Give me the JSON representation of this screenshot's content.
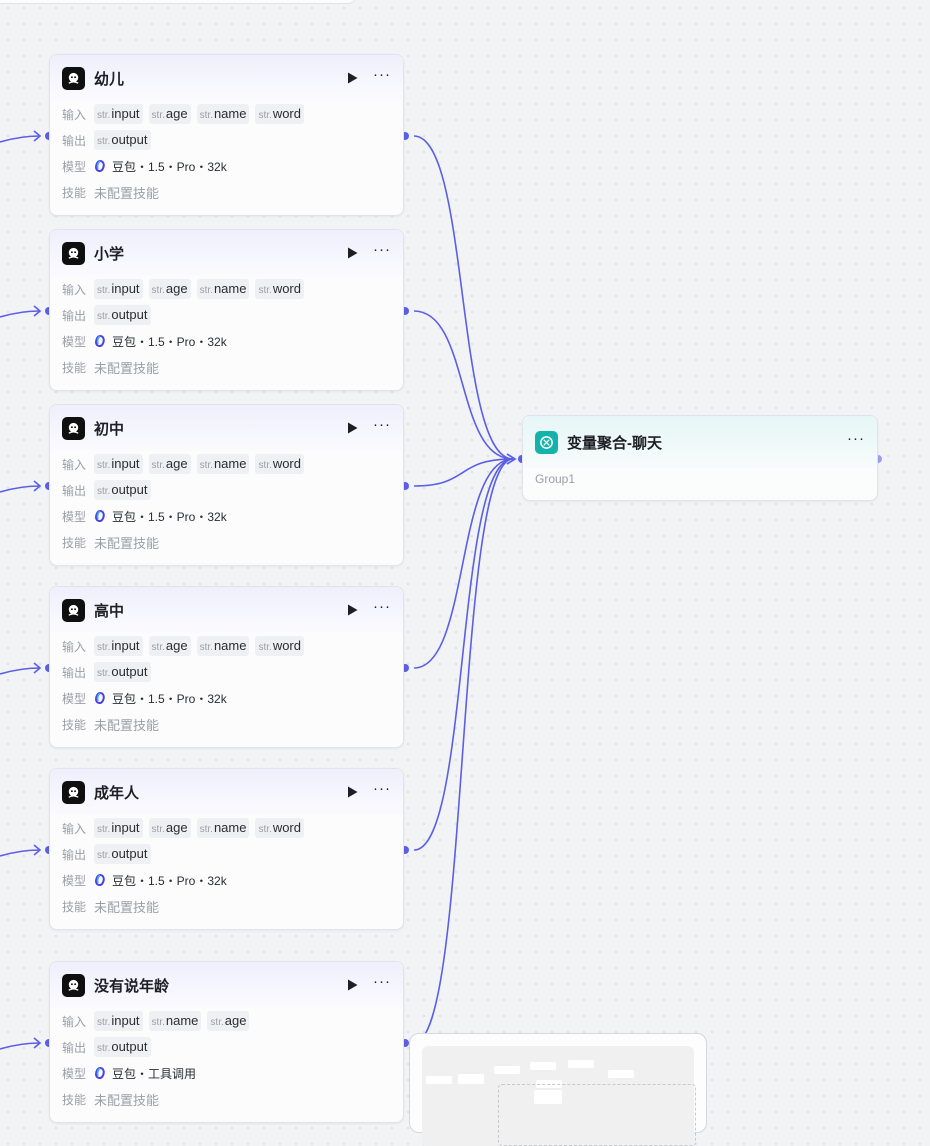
{
  "nodes": [
    {
      "title": "幼儿",
      "inputs": [
        "input",
        "age",
        "name",
        "word"
      ],
      "outputs": [
        "output"
      ],
      "model": "豆包・1.5・Pro・32k",
      "skills": "未配置技能"
    },
    {
      "title": "小学",
      "inputs": [
        "input",
        "age",
        "name",
        "word"
      ],
      "outputs": [
        "output"
      ],
      "model": "豆包・1.5・Pro・32k",
      "skills": "未配置技能"
    },
    {
      "title": "初中",
      "inputs": [
        "input",
        "age",
        "name",
        "word"
      ],
      "outputs": [
        "output"
      ],
      "model": "豆包・1.5・Pro・32k",
      "skills": "未配置技能"
    },
    {
      "title": "高中",
      "inputs": [
        "input",
        "age",
        "name",
        "word"
      ],
      "outputs": [
        "output"
      ],
      "model": "豆包・1.5・Pro・32k",
      "skills": "未配置技能"
    },
    {
      "title": "成年人",
      "inputs": [
        "input",
        "age",
        "name",
        "word"
      ],
      "outputs": [
        "output"
      ],
      "model": "豆包・1.5・Pro・32k",
      "skills": "未配置技能"
    },
    {
      "title": "没有说年龄",
      "inputs": [
        "input",
        "name",
        "age"
      ],
      "outputs": [
        "output"
      ],
      "model": "豆包・工具调用",
      "skills": "未配置技能"
    }
  ],
  "labels": {
    "input": "输入",
    "output": "输出",
    "model": "模型",
    "skills": "技能",
    "type": "str."
  },
  "aggregator": {
    "title": "变量聚合-聊天",
    "group": "Group1"
  },
  "colors": {
    "edge": "#5b5fe6",
    "accent": "#4e40e5",
    "teal": "#13b2aa"
  }
}
